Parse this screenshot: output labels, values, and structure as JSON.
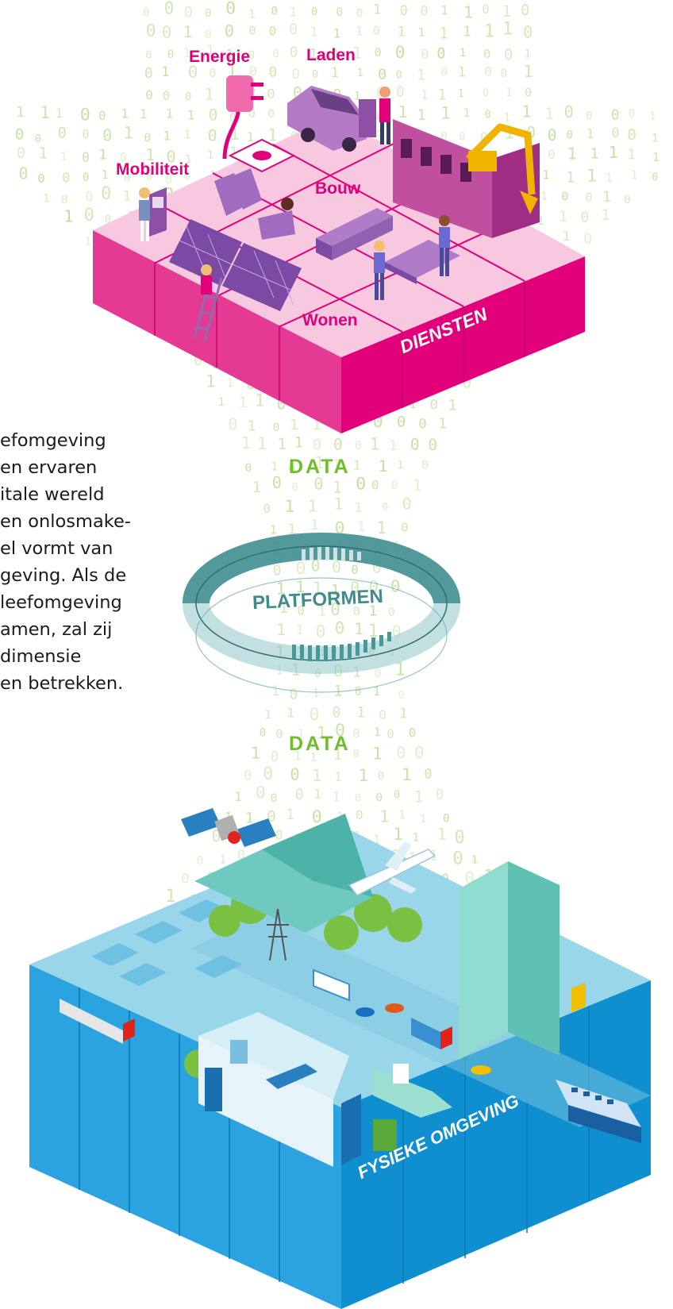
{
  "services": {
    "labels": [
      "Energie",
      "Laden",
      "Mobiliteit",
      "Bouw",
      "Wonen"
    ],
    "block_title": "DIENSTEN",
    "accent_color": "#e2007a"
  },
  "data_labels": [
    "DATA",
    "DATA"
  ],
  "platform": {
    "title": "PLATFORMEN",
    "color": "#3f8b8d"
  },
  "body_text": [
    "efomgeving",
    "en ervaren",
    "itale wereld",
    "en onlosmake-",
    "el vormt van",
    "geving. Als de",
    "leefomgeving",
    "amen, zal zij",
    "dimensie",
    "en betrekken."
  ],
  "physical": {
    "block_title": "FYSIEKE OMGEVING",
    "accent_color": "#1a9ad6"
  },
  "data_stream_color": "#bfe09a"
}
